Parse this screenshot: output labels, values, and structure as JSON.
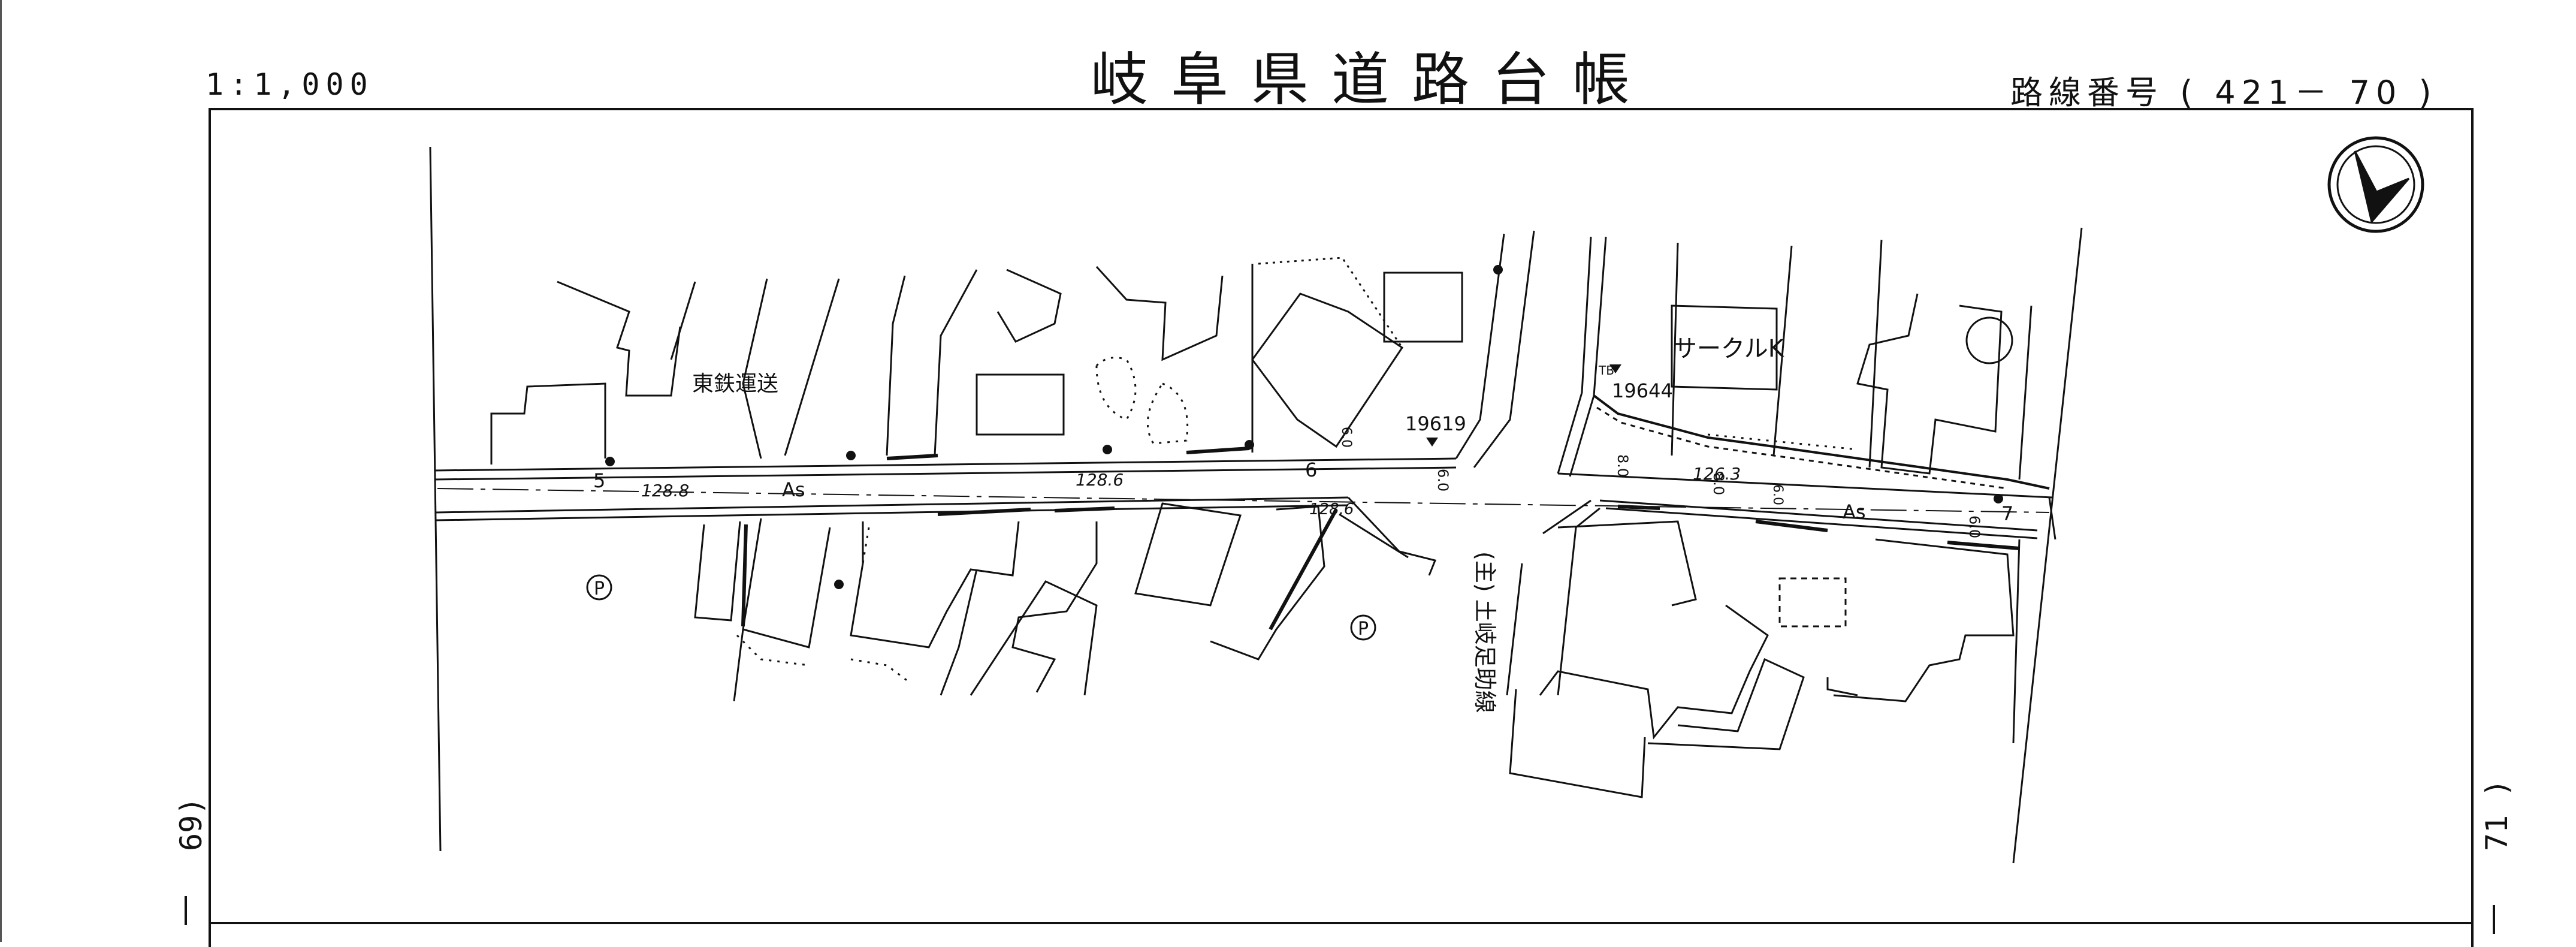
{
  "header": {
    "scale": "1:1,000",
    "title": "岐阜県道路台帳",
    "route_number": "路線番号 ( 421－ 70 )"
  },
  "side_labels": {
    "left": "69)",
    "right": "71 )"
  },
  "map": {
    "buildings": {
      "tohtetsu": "東鉄運送",
      "circle_k": "サークルK"
    },
    "road_labels": {
      "prefectural_road": "(主) 土岐足助線",
      "surface": "As"
    },
    "elevations": {
      "e1": "128.8",
      "e2": "128.6",
      "e3": "128.6",
      "e4": "126.3"
    },
    "stations": {
      "s5": "5",
      "s6": "6",
      "s7": "7"
    },
    "benchmarks": {
      "bm1": "19619",
      "bm2": "19644",
      "tb": "TB"
    },
    "widths": {
      "w1": "6.0",
      "w2": "6.0",
      "w3": "8.0",
      "w4": "6.0",
      "w5": "8.0",
      "w6": "6.0"
    },
    "parking_marks": [
      "P",
      "P"
    ]
  }
}
